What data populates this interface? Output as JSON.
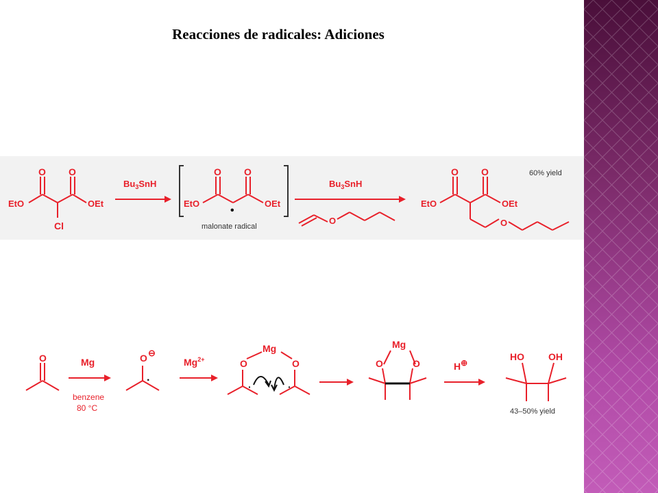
{
  "slide": {
    "title": "Reacciones de radicales: Adiciones",
    "accent_color": "#b04aa6",
    "chem_color": "#e8202a"
  },
  "reaction1": {
    "start": {
      "o1": "O",
      "o2": "O",
      "left_group": "EtO",
      "right_group": "OEt",
      "halogen": "Cl"
    },
    "step1_reagent": {
      "main": "Bu",
      "sub": "3",
      "rest": "SnH"
    },
    "intermediate": {
      "o1": "O",
      "o2": "O",
      "left_group": "EtO",
      "right_group": "OEt",
      "radical_dot": "•",
      "label": "malonate radical"
    },
    "step2_reagent": {
      "main": "Bu",
      "sub": "3",
      "rest": "SnH"
    },
    "alkene_o": "O",
    "product": {
      "o1": "O",
      "o2": "O",
      "left_group": "EtO",
      "right_group": "OEt",
      "ether_o": "O"
    },
    "yield": "60% yield"
  },
  "reaction2": {
    "acetone_o": "O",
    "step1_reagent": "Mg",
    "step1_conditions": [
      "benzene",
      "80 °C"
    ],
    "ketyl": {
      "o": "O",
      "charge": "⊖",
      "dot": "·"
    },
    "step2_reagent": {
      "main": "Mg",
      "sup": "2+"
    },
    "complex": {
      "metal": "Mg",
      "o1": "O",
      "o2": "O",
      "dot1": "·",
      "dot2": "·"
    },
    "cyclic": {
      "metal": "Mg",
      "o1": "O",
      "o2": "O"
    },
    "step3_reagent": {
      "main": "H",
      "sup": "⊕"
    },
    "product": {
      "left": "HO",
      "right": "OH"
    },
    "yield": "43–50% yield"
  }
}
